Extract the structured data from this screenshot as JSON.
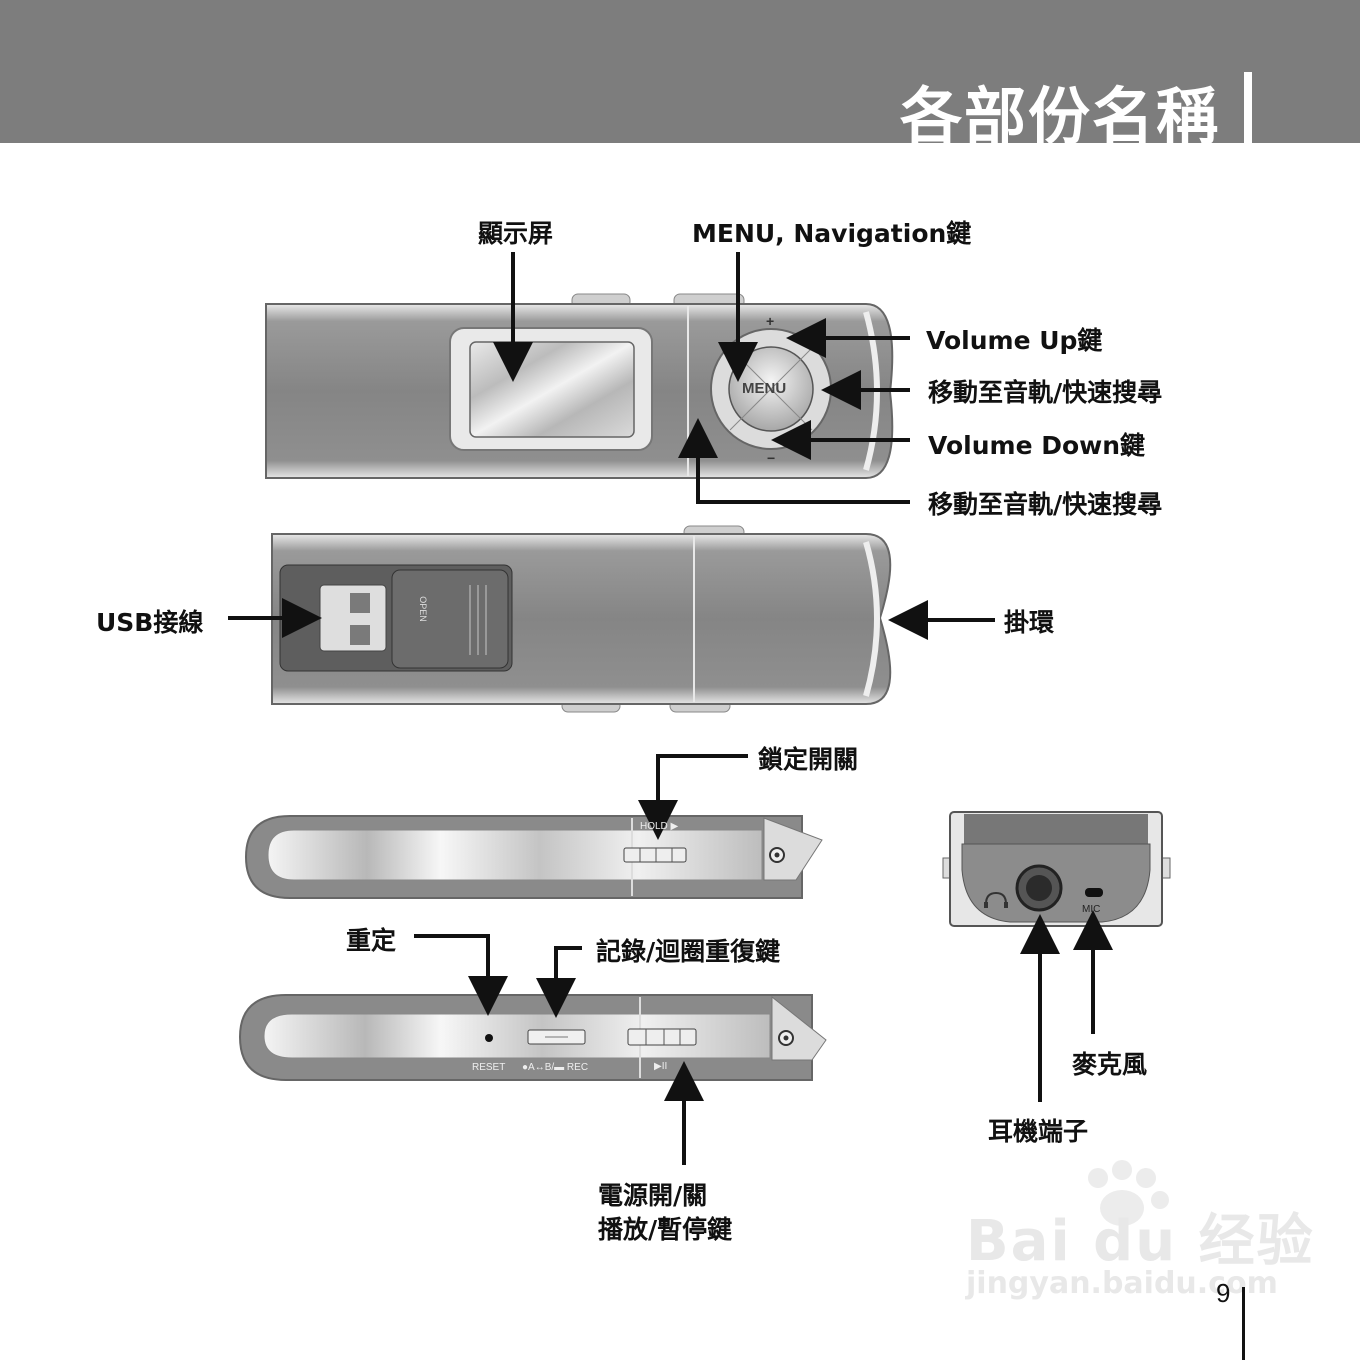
{
  "header": {
    "title": "各部份名稱"
  },
  "labels": {
    "display": "顯示屏",
    "menu_nav": "MENU, Navigation鍵",
    "volume_up": "Volume Up鍵",
    "track_fwd": "移動至音軌/快速搜尋",
    "volume_down": "Volume Down鍵",
    "track_back": "移動至音軌/快速搜尋",
    "usb": "USB接線",
    "strap": "掛環",
    "hold_switch": "鎖定開關",
    "reset": "重定",
    "rec_button": "記錄/迴圈重復鍵",
    "power_line1": "電源開/關",
    "power_line2": "播放/暫停鍵",
    "mic": "麥克風",
    "earphone": "耳機端子"
  },
  "device_text": {
    "menu_button": "MENU",
    "usb_open": "OPEN",
    "hold": "HOLD ▶",
    "reset_small": "RESET",
    "rec_small": "●A↔B/▬ REC",
    "play_small": "▶II",
    "mic_small": "MIC",
    "plus": "+",
    "minus": "−"
  },
  "watermark": {
    "brand": "Bai du 经验",
    "url": "jingyan.baidu.com"
  },
  "page": {
    "number": "9"
  },
  "colors": {
    "header_bg": "#7d7d7d",
    "device_body": "#8a8a8a",
    "arrow": "#111111"
  }
}
